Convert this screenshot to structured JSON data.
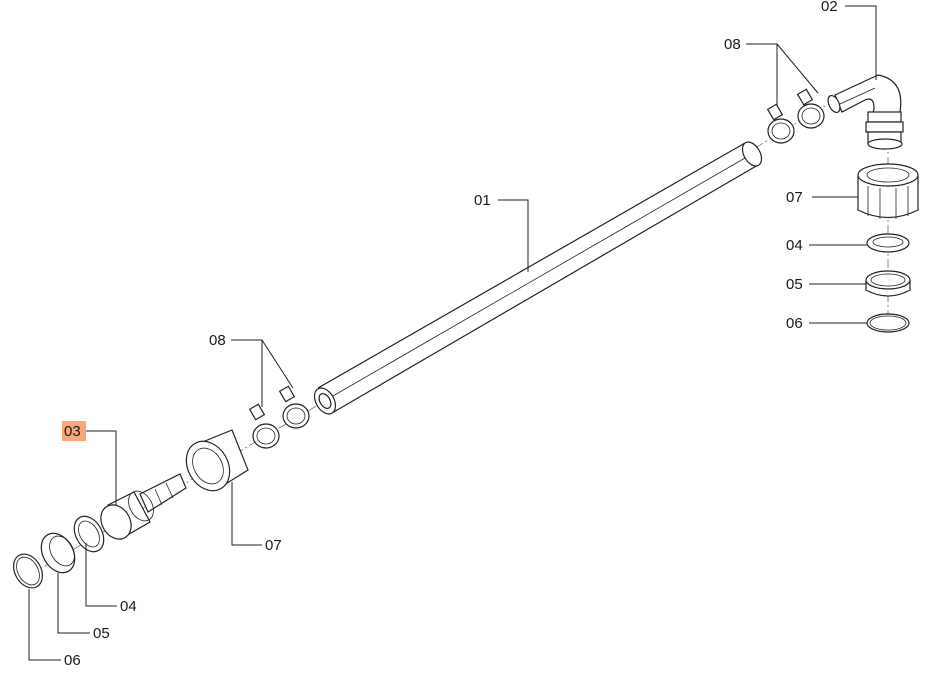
{
  "highlight_color": "#f7a77a",
  "labels": {
    "hose": "01",
    "elbow": "02",
    "nozzle": "03",
    "seal_top": "04",
    "ring_top": "05",
    "oring_top": "06",
    "nut_top": "07",
    "clamps_top": "08",
    "clamps_bottom": "08",
    "nut_bottom": "07",
    "seal_bottom": "04",
    "ring_bottom": "05",
    "oring_bottom": "06"
  }
}
